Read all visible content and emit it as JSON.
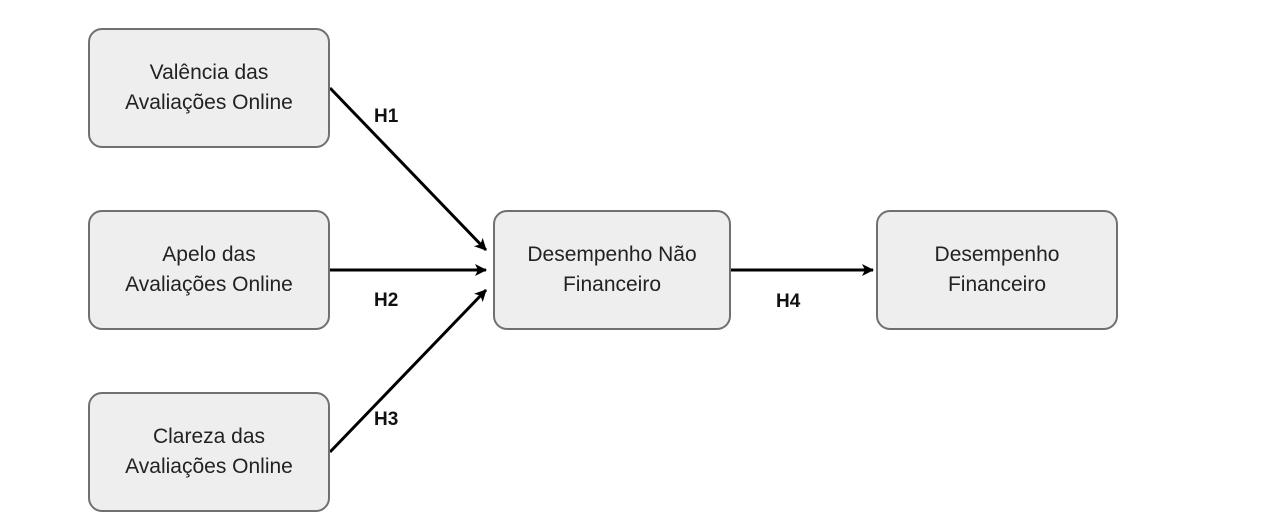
{
  "nodes": {
    "valencia": {
      "line1": "Valência das",
      "line2": "Avaliações Online"
    },
    "apelo": {
      "line1": "Apelo das",
      "line2": "Avaliações Online"
    },
    "clareza": {
      "line1": "Clareza das",
      "line2": "Avaliações Online"
    },
    "desempenho_nao_financeiro": {
      "line1": "Desempenho Não",
      "line2": "Financeiro"
    },
    "desempenho_financeiro": {
      "line1": "Desempenho",
      "line2": "Financeiro"
    }
  },
  "edges": [
    {
      "from": "valencia",
      "to": "desempenho_nao_financeiro",
      "label": "H1"
    },
    {
      "from": "apelo",
      "to": "desempenho_nao_financeiro",
      "label": "H2"
    },
    {
      "from": "clareza",
      "to": "desempenho_nao_financeiro",
      "label": "H3"
    },
    {
      "from": "desempenho_nao_financeiro",
      "to": "desempenho_financeiro",
      "label": "H4"
    }
  ],
  "colors": {
    "node_fill": "#eeeeee",
    "node_border": "#707070",
    "edge": "#000000"
  }
}
